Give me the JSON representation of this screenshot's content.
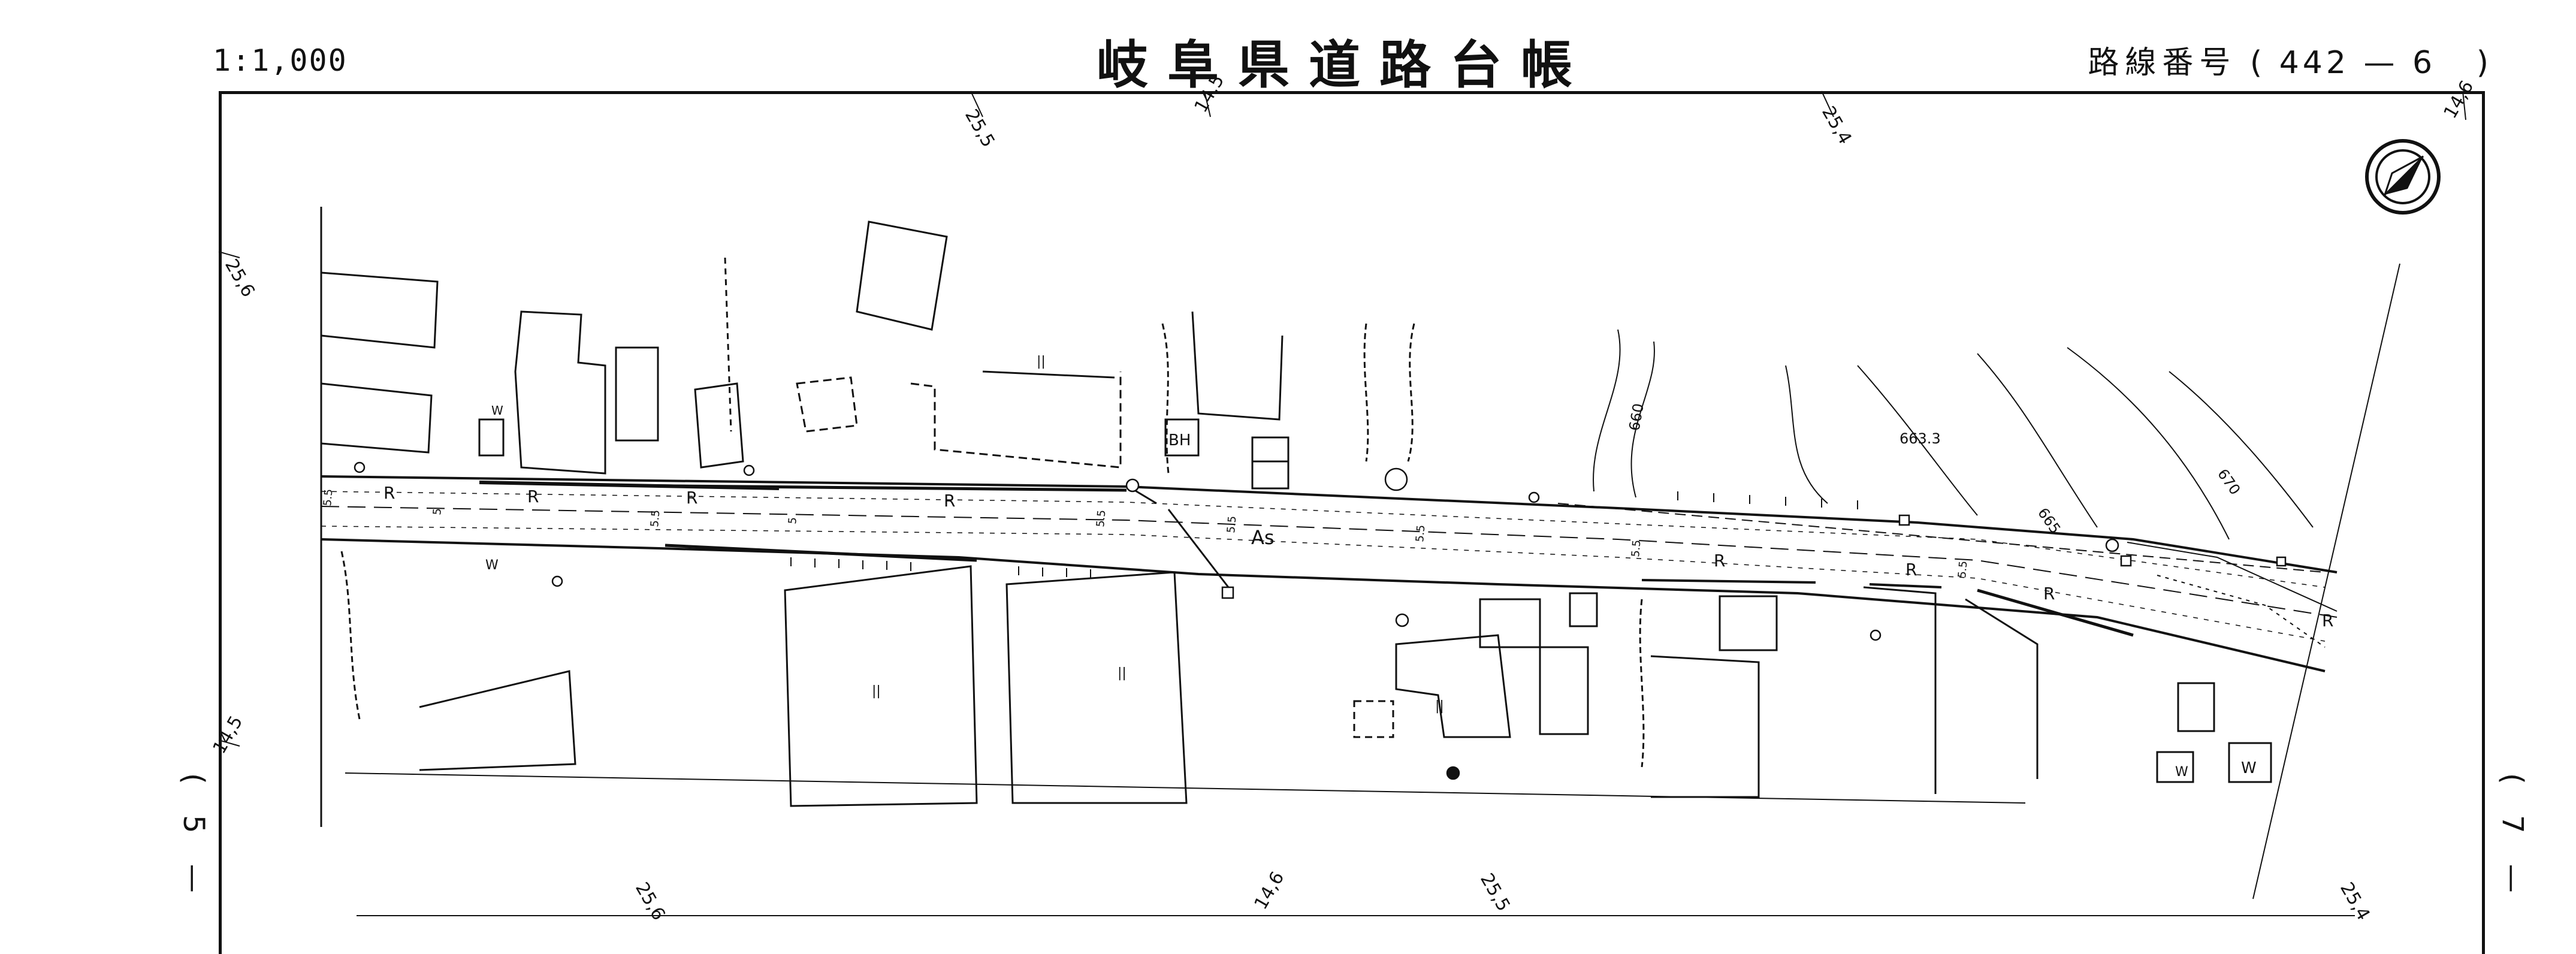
{
  "header": {
    "scale": "1:1,000",
    "title": "岐阜県道路台帳",
    "route_label": "路線番号",
    "route_main": "442",
    "route_dash": "—",
    "route_sheet": "6"
  },
  "side_labels": {
    "left": "( 5 —",
    "right": "( 7 —"
  },
  "grid_labels": {
    "top_1": "25,5",
    "top_2": "14,5",
    "top_3": "25,4",
    "top_4": "14,6",
    "left_1": "25,6",
    "left_2": "14,5",
    "bottom_1": "25,6",
    "bottom_2": "14,6",
    "bottom_3": "25,5",
    "bottom_4": "25,4"
  },
  "map_labels": {
    "r": "R",
    "as": "As",
    "bh": "BH",
    "w": "W",
    "elev_663": "663.3",
    "contour_660": "660",
    "contour_665": "665",
    "contour_670": "670",
    "dim_5": "5",
    "dim_55": "5.5",
    "cross": "||"
  },
  "colors": {
    "ink": "#111111",
    "paper": "#ffffff"
  },
  "icons": {
    "north_arrow": "north-arrow-icon"
  }
}
